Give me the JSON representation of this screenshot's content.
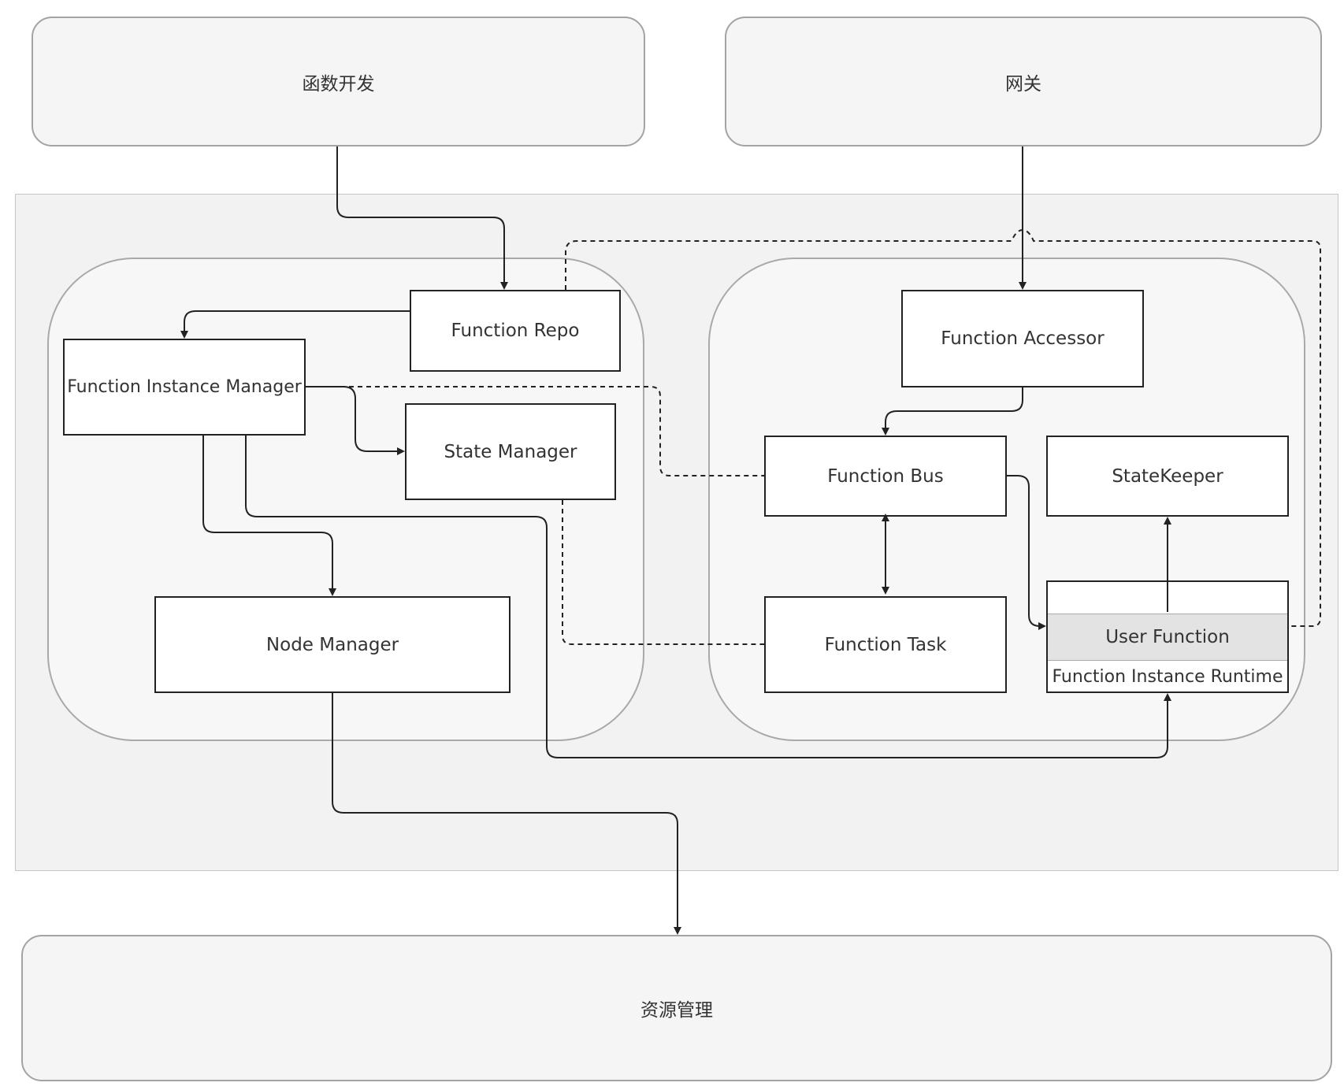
{
  "top_blocks": {
    "left_label": "函数开发",
    "right_label": "网关"
  },
  "components": {
    "function_repo": "Function Repo",
    "function_instance_manager": "Function Instance Manager",
    "state_manager": "State Manager",
    "node_manager": "Node Manager",
    "function_accessor": "Function Accessor",
    "function_bus": "Function Bus",
    "state_keeper": "StateKeeper",
    "function_task": "Function Task",
    "user_function": "User Function",
    "function_instance_runtime": "Function Instance Runtime"
  },
  "bottom_block": {
    "label": "资源管理"
  },
  "colors": {
    "background": "#ffffff",
    "region_fill": "#f2f2f2",
    "cluster_fill": "#f7f7f7",
    "component_fill": "#ffffff",
    "user_function_fill": "#e3e3e3",
    "stroke": "#222222"
  }
}
